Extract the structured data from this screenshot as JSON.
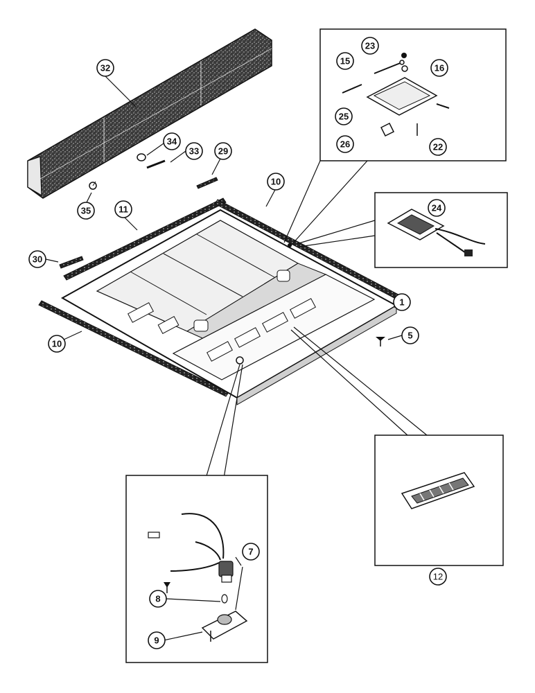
{
  "diagram": {
    "callouts": {
      "c1": "1",
      "c5": "5",
      "c7": "7",
      "c8": "8",
      "c9": "9",
      "c10a": "10",
      "c10b": "10",
      "c11": "11",
      "c12": "12",
      "c15": "15",
      "c16": "16",
      "c22": "22",
      "c23": "23",
      "c24": "24",
      "c25": "25",
      "c26": "26",
      "c29": "29",
      "c30": "30",
      "c32": "32",
      "c33": "33",
      "c34": "34",
      "c35": "35"
    },
    "colors": {
      "ink": "#111111",
      "paper": "#ffffff",
      "panel": "#f4f4f4"
    }
  }
}
